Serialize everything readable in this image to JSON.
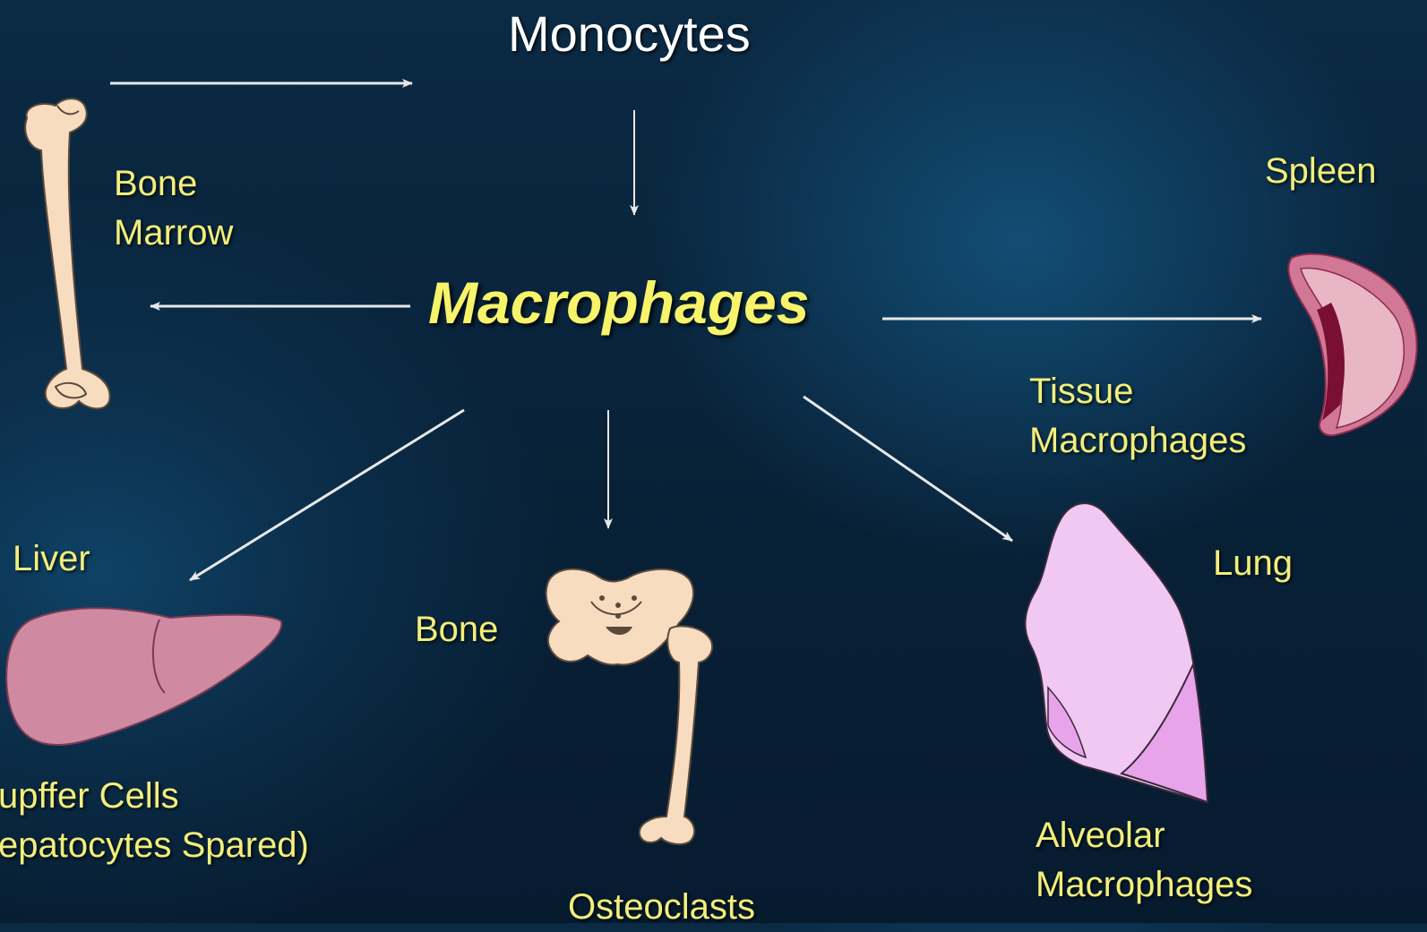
{
  "diagram": {
    "top_label": "Monocytes",
    "center_label": "Macrophages",
    "labels": {
      "bone_marrow": "Bone\nMarrow",
      "spleen": "Spleen",
      "tissue_macrophages": "Tissue\nMacrophages",
      "liver": "Liver",
      "kupffer_cells": "upffer Cells\nepatocytes Spared)",
      "bone": "Bone",
      "osteoclasts": "Osteoclasts",
      "lung": "Lung",
      "alveolar_macrophages": "Alveolar\nMacrophages"
    },
    "icons": [
      "femur-icon",
      "spleen-icon",
      "liver-icon",
      "pelvis-femur-icon",
      "lung-icon"
    ],
    "colors": {
      "label_text": "#f2ee7a",
      "center_text": "#f7f36a",
      "title_text": "#ffffff",
      "arrow": "#e8e8e8",
      "bone": "#f8dcc0",
      "liver": "#cf8aa2",
      "spleen": "#d17897",
      "lung": "#f0c8f2"
    }
  }
}
